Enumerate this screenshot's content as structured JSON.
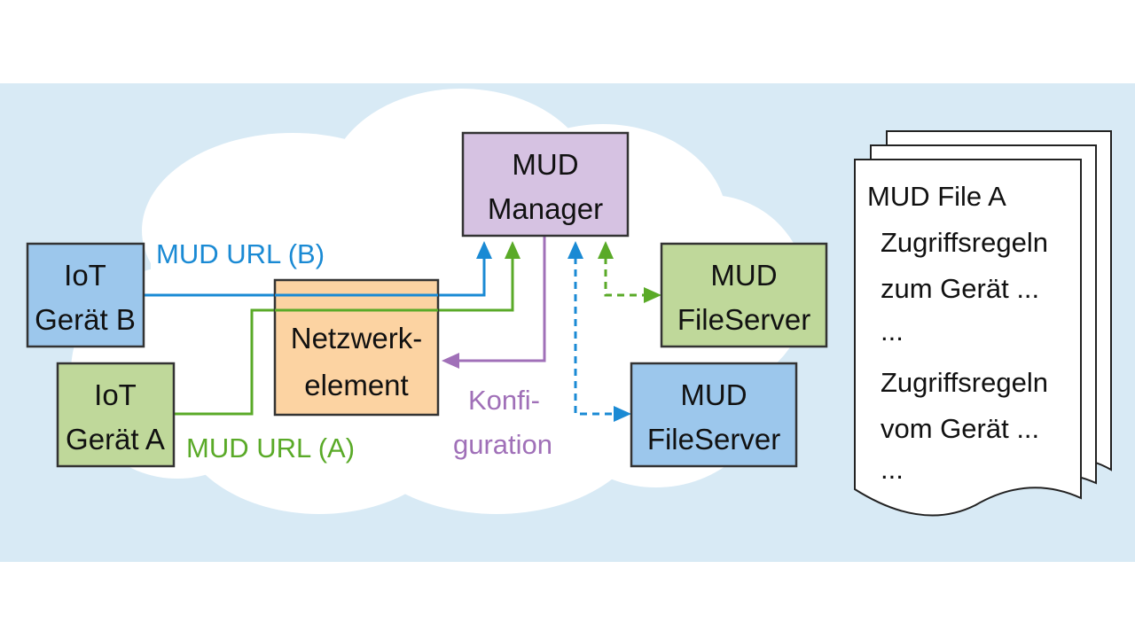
{
  "colors": {
    "background_panel": "#d8eaf5",
    "cloud": "#ffffff",
    "blue": "#1a8ad4",
    "green": "#5aaa28",
    "purple": "#a070b8",
    "box_blue": "#9cc7ec",
    "box_green": "#bfd89a",
    "box_orange": "#fcd3a2",
    "box_purple": "#d6c2e2",
    "outline": "#222222"
  },
  "nodes": {
    "iot_b": {
      "line1": "IoT",
      "line2": "Gerät B"
    },
    "iot_a": {
      "line1": "IoT",
      "line2": "Gerät A"
    },
    "netzwerk": {
      "line1": "Netzwerk-",
      "line2": "element"
    },
    "manager": {
      "line1": "MUD",
      "line2": "Manager"
    },
    "fileserver_green": {
      "line1": "MUD",
      "line2": "FileServer"
    },
    "fileserver_blue": {
      "line1": "MUD",
      "line2": "FileServer"
    }
  },
  "edge_labels": {
    "url_b": "MUD URL (B)",
    "url_a": "MUD URL (A)",
    "konfig_1": "Konfi-",
    "konfig_2": "guration"
  },
  "mud_file": {
    "title": "MUD File A",
    "lines": [
      "Zugriffsregeln",
      "zum Gerät ...",
      "...",
      "Zugriffsregeln",
      "vom Gerät ...",
      "..."
    ]
  },
  "edges": [
    {
      "from": "iot_b",
      "to": "manager",
      "style": "solid",
      "color": "blue",
      "label": "url_b"
    },
    {
      "from": "iot_a",
      "to": "manager",
      "style": "solid",
      "color": "green",
      "label": "url_a"
    },
    {
      "from": "manager",
      "to": "netzwerk",
      "style": "solid",
      "color": "purple",
      "label": "konfig"
    },
    {
      "from": "manager",
      "to": "fileserver_green",
      "style": "dashed",
      "color": "green",
      "bidirectional": true
    },
    {
      "from": "manager",
      "to": "fileserver_blue",
      "style": "dashed",
      "color": "blue",
      "bidirectional": true
    }
  ]
}
